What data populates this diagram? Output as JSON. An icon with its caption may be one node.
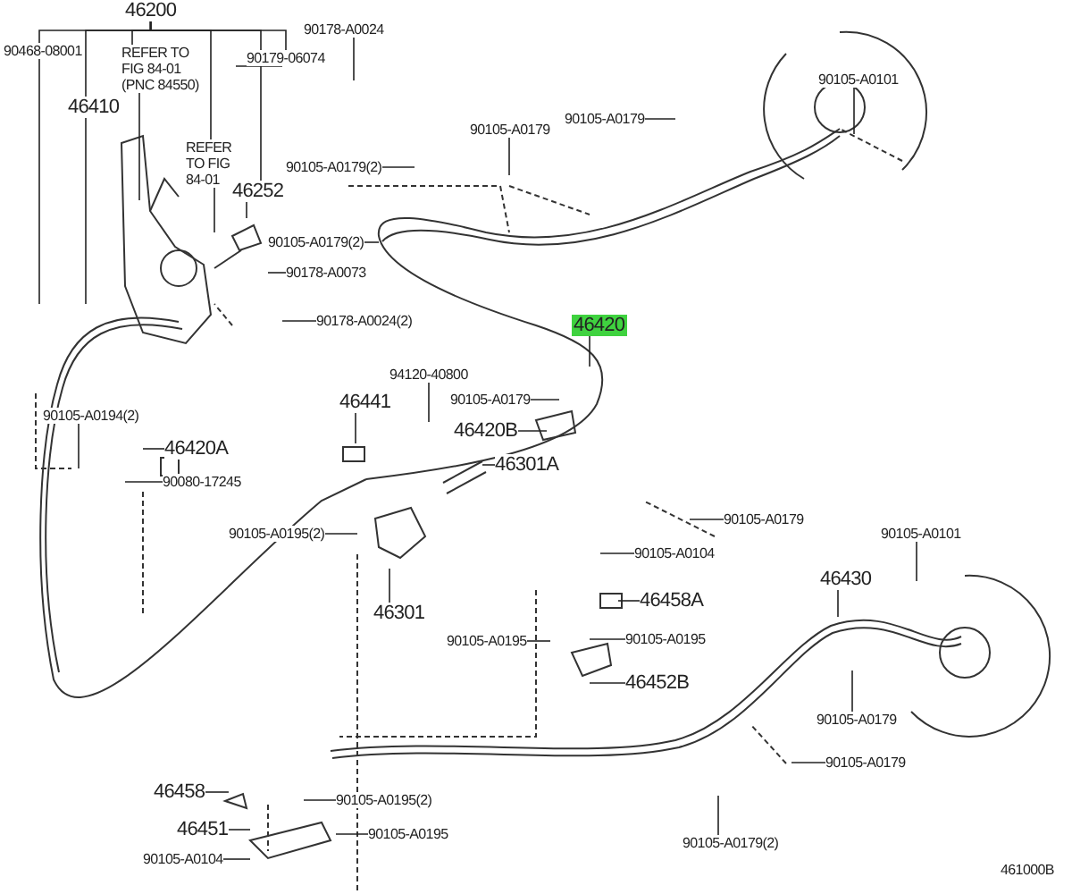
{
  "diagram": {
    "nodes": [
      {
        "text": [
          "46200"
        ]
      },
      {
        "text": [
          "90468-08001"
        ]
      },
      {
        "text": [
          "46410"
        ]
      },
      {
        "text": [
          "REFER TO FIG 84-01 (PNC 84550)"
        ]
      },
      {
        "text": [
          "REFER TO FIG 84-01"
        ]
      },
      {
        "text": [
          "46252"
        ]
      },
      {
        "text": [
          "90179-06074"
        ]
      },
      {
        "text": [
          "90178-A0024"
        ]
      },
      {
        "text": [
          "90105-A0179(2)"
        ]
      },
      {
        "text": [
          "90105-A0179(2)"
        ]
      },
      {
        "text": [
          "90178-A0073"
        ]
      },
      {
        "text": [
          "90178-A0024(2)"
        ]
      },
      {
        "text": [
          "90105-A0179"
        ]
      },
      {
        "text": [
          "90105-A0179"
        ]
      },
      {
        "text": [
          "90105-A0101"
        ]
      },
      {
        "text": [
          "46420"
        ]
      },
      {
        "text": [
          "94120-40800"
        ]
      },
      {
        "text": [
          "46441"
        ]
      },
      {
        "text": [
          "90105-A0179"
        ]
      },
      {
        "text": [
          "46420B"
        ]
      },
      {
        "text": [
          "46301A"
        ]
      },
      {
        "text": [
          "90105-A0194(2)"
        ]
      },
      {
        "text": [
          "46420A"
        ]
      },
      {
        "text": [
          "90080-17245"
        ]
      },
      {
        "text": [
          "90105-A0195(2)"
        ]
      },
      {
        "text": [
          "46301"
        ]
      },
      {
        "text": [
          "90105-A0179"
        ]
      },
      {
        "text": [
          "90105-A0104"
        ]
      },
      {
        "text": [
          "46458A"
        ]
      },
      {
        "text": [
          "90105-A0101"
        ]
      },
      {
        "text": [
          "46430"
        ]
      },
      {
        "text": [
          "90105-A0195"
        ]
      },
      {
        "text": [
          "90105-A0195"
        ]
      },
      {
        "text": [
          "46452B"
        ]
      },
      {
        "text": [
          "90105-A0179"
        ]
      },
      {
        "text": [
          "90105-A0179"
        ]
      },
      {
        "text": [
          "90105-A0179(2)"
        ]
      },
      {
        "text": [
          "46458"
        ]
      },
      {
        "text": [
          "90105-A0195(2)"
        ]
      },
      {
        "text": [
          "46451"
        ]
      },
      {
        "text": [
          "90105-A0195"
        ]
      },
      {
        "text": [
          "90105-A0104"
        ]
      }
    ],
    "edges": [
      {
        "from": 0,
        "to": 1,
        "arrow": "none"
      },
      {
        "from": 0,
        "to": 2,
        "arrow": "none"
      },
      {
        "from": 0,
        "to": 3,
        "arrow": "none"
      },
      {
        "from": 0,
        "to": 4,
        "arrow": "none"
      },
      {
        "from": 0,
        "to": 5,
        "arrow": "none"
      },
      {
        "from": 0,
        "to": 6,
        "arrow": "none"
      },
      {
        "from": 1,
        "to": null,
        "arrow": "none"
      },
      {
        "from": 2,
        "to": null,
        "arrow": "none"
      },
      {
        "from": 3,
        "to": null,
        "arrow": "none"
      },
      {
        "from": 4,
        "to": null,
        "arrow": "none"
      },
      {
        "from": 5,
        "to": null,
        "arrow": "none"
      },
      {
        "from": 6,
        "to": null,
        "arrow": "none"
      },
      {
        "from": 7,
        "to": null,
        "arrow": "none"
      },
      {
        "from": 8,
        "to": null,
        "arrow": "none"
      },
      {
        "from": 9,
        "to": null,
        "arrow": "none"
      },
      {
        "from": 10,
        "to": null,
        "arrow": "none"
      },
      {
        "from": 11,
        "to": null,
        "arrow": "none"
      },
      {
        "from": 12,
        "to": null,
        "arrow": "none"
      },
      {
        "from": 13,
        "to": null,
        "arrow": "none"
      },
      {
        "from": 14,
        "to": null,
        "arrow": "none"
      },
      {
        "from": 15,
        "to": null,
        "arrow": "none"
      },
      {
        "from": 16,
        "to": null,
        "arrow": "none"
      },
      {
        "from": 17,
        "to": null,
        "arrow": "none"
      },
      {
        "from": 18,
        "to": null,
        "arrow": "none"
      },
      {
        "from": 19,
        "to": null,
        "arrow": "none"
      },
      {
        "from": 20,
        "to": null,
        "arrow": "none"
      },
      {
        "from": 21,
        "to": null,
        "arrow": "none"
      },
      {
        "from": 22,
        "to": null,
        "arrow": "none"
      },
      {
        "from": 23,
        "to": null,
        "arrow": "none"
      },
      {
        "from": 24,
        "to": null,
        "arrow": "none"
      },
      {
        "from": 25,
        "to": null,
        "arrow": "none"
      },
      {
        "from": 26,
        "to": null,
        "arrow": "none"
      },
      {
        "from": 27,
        "to": null,
        "arrow": "none"
      },
      {
        "from": 28,
        "to": null,
        "arrow": "none"
      },
      {
        "from": 29,
        "to": null,
        "arrow": "none"
      },
      {
        "from": 30,
        "to": null,
        "arrow": "none"
      },
      {
        "from": 31,
        "to": null,
        "arrow": "none"
      },
      {
        "from": 32,
        "to": null,
        "arrow": "none"
      },
      {
        "from": 33,
        "to": null,
        "arrow": "none"
      },
      {
        "from": 34,
        "to": null,
        "arrow": "none"
      },
      {
        "from": 35,
        "to": null,
        "arrow": "none"
      },
      {
        "from": 36,
        "to": null,
        "arrow": "none"
      },
      {
        "from": 37,
        "to": null,
        "arrow": "none"
      },
      {
        "from": 38,
        "to": null,
        "arrow": "none"
      },
      {
        "from": 39,
        "to": null,
        "arrow": "none"
      },
      {
        "from": 40,
        "to": null,
        "arrow": "none"
      },
      {
        "from": 41,
        "to": null,
        "arrow": "none"
      }
    ],
    "labels": [
      "461000B"
    ]
  }
}
